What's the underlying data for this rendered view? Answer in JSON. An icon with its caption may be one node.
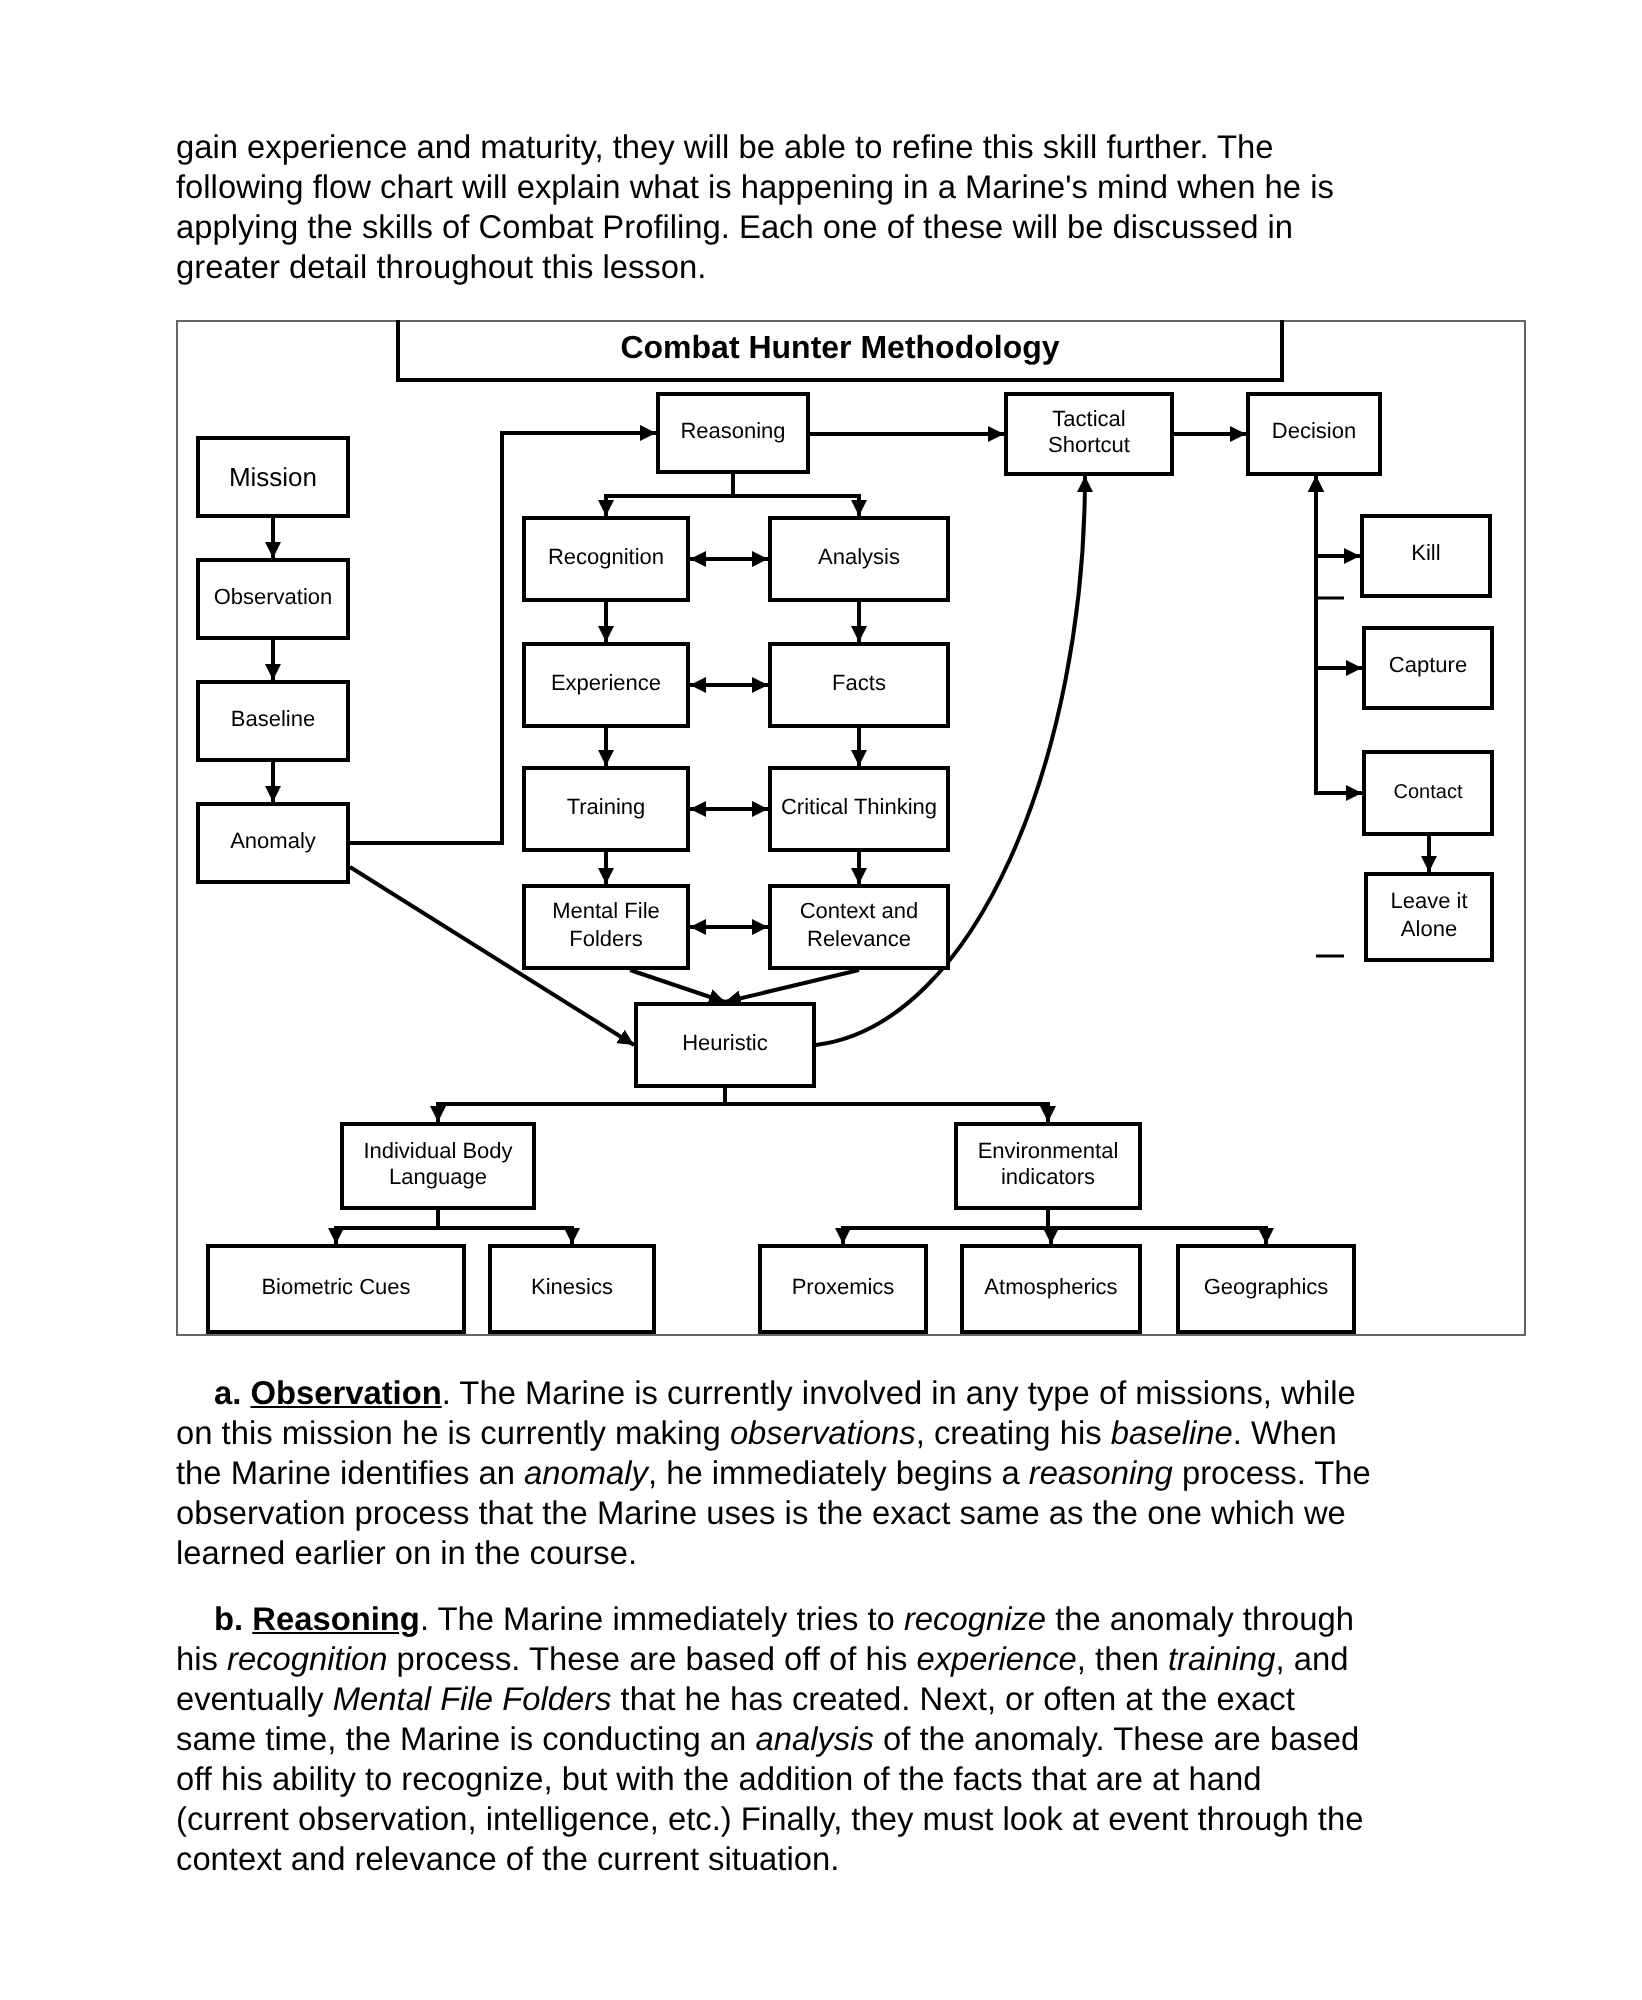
{
  "diagram": {
    "title": "Combat Hunter Methodology",
    "nodes": [
      {
        "text": [
          "Mission"
        ]
      },
      {
        "text": [
          "Observation"
        ]
      },
      {
        "text": [
          "Baseline"
        ]
      },
      {
        "text": [
          "Anomaly"
        ]
      },
      {
        "text": [
          "Reasoning"
        ]
      },
      {
        "text": [
          "Tactical Shortcut"
        ]
      },
      {
        "text": [
          "Decision"
        ]
      },
      {
        "text": [
          "Recognition"
        ]
      },
      {
        "text": [
          "Analysis"
        ]
      },
      {
        "text": [
          "Experience"
        ]
      },
      {
        "text": [
          "Facts"
        ]
      },
      {
        "text": [
          "Training"
        ]
      },
      {
        "text": [
          "Critical Thinking"
        ]
      },
      {
        "text": [
          "Mental File Folders"
        ]
      },
      {
        "text": [
          "Context and Relevance"
        ]
      },
      {
        "text": [
          "Heuristic"
        ]
      },
      {
        "text": [
          "Kill"
        ]
      },
      {
        "text": [
          "Capture"
        ]
      },
      {
        "text": [
          "Contact"
        ]
      },
      {
        "text": [
          "Leave it Alone"
        ]
      },
      {
        "text": [
          "Individual Body Language"
        ]
      },
      {
        "text": [
          "Environmental indicators"
        ]
      },
      {
        "text": [
          "Biometric Cues"
        ]
      },
      {
        "text": [
          "Kinesics"
        ]
      },
      {
        "text": [
          "Proxemics"
        ]
      },
      {
        "text": [
          "Atmospherics"
        ]
      },
      {
        "text": [
          "Geographics"
        ]
      }
    ],
    "edges": [
      {
        "from": 0,
        "to": 1,
        "arrow": "to"
      },
      {
        "from": 1,
        "to": 2,
        "arrow": "to"
      },
      {
        "from": 2,
        "to": 3,
        "arrow": "to"
      },
      {
        "from": 3,
        "to": 4,
        "arrow": "to"
      },
      {
        "from": 3,
        "to": 15,
        "arrow": "to"
      },
      {
        "from": 4,
        "to": 5,
        "arrow": "to"
      },
      {
        "from": 5,
        "to": 6,
        "arrow": "to"
      },
      {
        "from": 4,
        "to": 7,
        "arrow": "to"
      },
      {
        "from": 4,
        "to": 8,
        "arrow": "to"
      },
      {
        "from": 7,
        "to": 8,
        "arrow": "both"
      },
      {
        "from": 7,
        "to": 9,
        "arrow": "to"
      },
      {
        "from": 8,
        "to": 10,
        "arrow": "to"
      },
      {
        "from": 9,
        "to": 10,
        "arrow": "both"
      },
      {
        "from": 9,
        "to": 11,
        "arrow": "to"
      },
      {
        "from": 10,
        "to": 12,
        "arrow": "to"
      },
      {
        "from": 11,
        "to": 12,
        "arrow": "both"
      },
      {
        "from": 11,
        "to": 13,
        "arrow": "to"
      },
      {
        "from": 12,
        "to": 14,
        "arrow": "to"
      },
      {
        "from": 13,
        "to": 14,
        "arrow": "both"
      },
      {
        "from": 13,
        "to": 15,
        "arrow": "to"
      },
      {
        "from": 14,
        "to": 15,
        "arrow": "to"
      },
      {
        "from": 15,
        "to": 5,
        "arrow": "to"
      },
      {
        "from": 6,
        "to": 16,
        "arrow": "both"
      },
      {
        "from": 6,
        "to": 17,
        "arrow": "both"
      },
      {
        "from": 6,
        "to": 18,
        "arrow": "both"
      },
      {
        "from": 18,
        "to": 19,
        "arrow": "to"
      },
      {
        "from": 15,
        "to": 20,
        "arrow": "to"
      },
      {
        "from": 15,
        "to": 21,
        "arrow": "to"
      },
      {
        "from": 20,
        "to": 22,
        "arrow": "to"
      },
      {
        "from": 20,
        "to": 23,
        "arrow": "to"
      },
      {
        "from": 21,
        "to": 24,
        "arrow": "to"
      },
      {
        "from": 21,
        "to": 25,
        "arrow": "to"
      },
      {
        "from": 21,
        "to": 26,
        "arrow": "to"
      }
    ],
    "labels": [
      "gain experience and maturity, they will be able to refine this skill further. The following flow chart will explain what is happening in a Marine's mind when he is applying the skills of Combat Profiling. Each one of these will be discussed in greater detail throughout this lesson.",
      "**a.** **Observation**. The Marine is currently involved in any type of missions, while on this mission he is currently making *observations*, creating his *baseline*. When the Marine identifies an *anomaly*, he immediately begins a *reasoning* process. The observation process that the Marine uses is the exact same as the one which we learned earlier on in the course.",
      "**b.** **Reasoning**. The Marine immediately tries to *recognize* the anomaly through his *recognition* process. These are based off of his *experience*, then *training*, and eventually *Mental File Folders* that he has created. Next, or often at the exact same time, the Marine is conducting an *analysis* of the anomaly. These are based off his ability to recognize, but with the addition of the facts that are at hand (current observation, intelligence, etc.) Finally, they must look at event through the context and relevance of the current situation."
    ]
  }
}
